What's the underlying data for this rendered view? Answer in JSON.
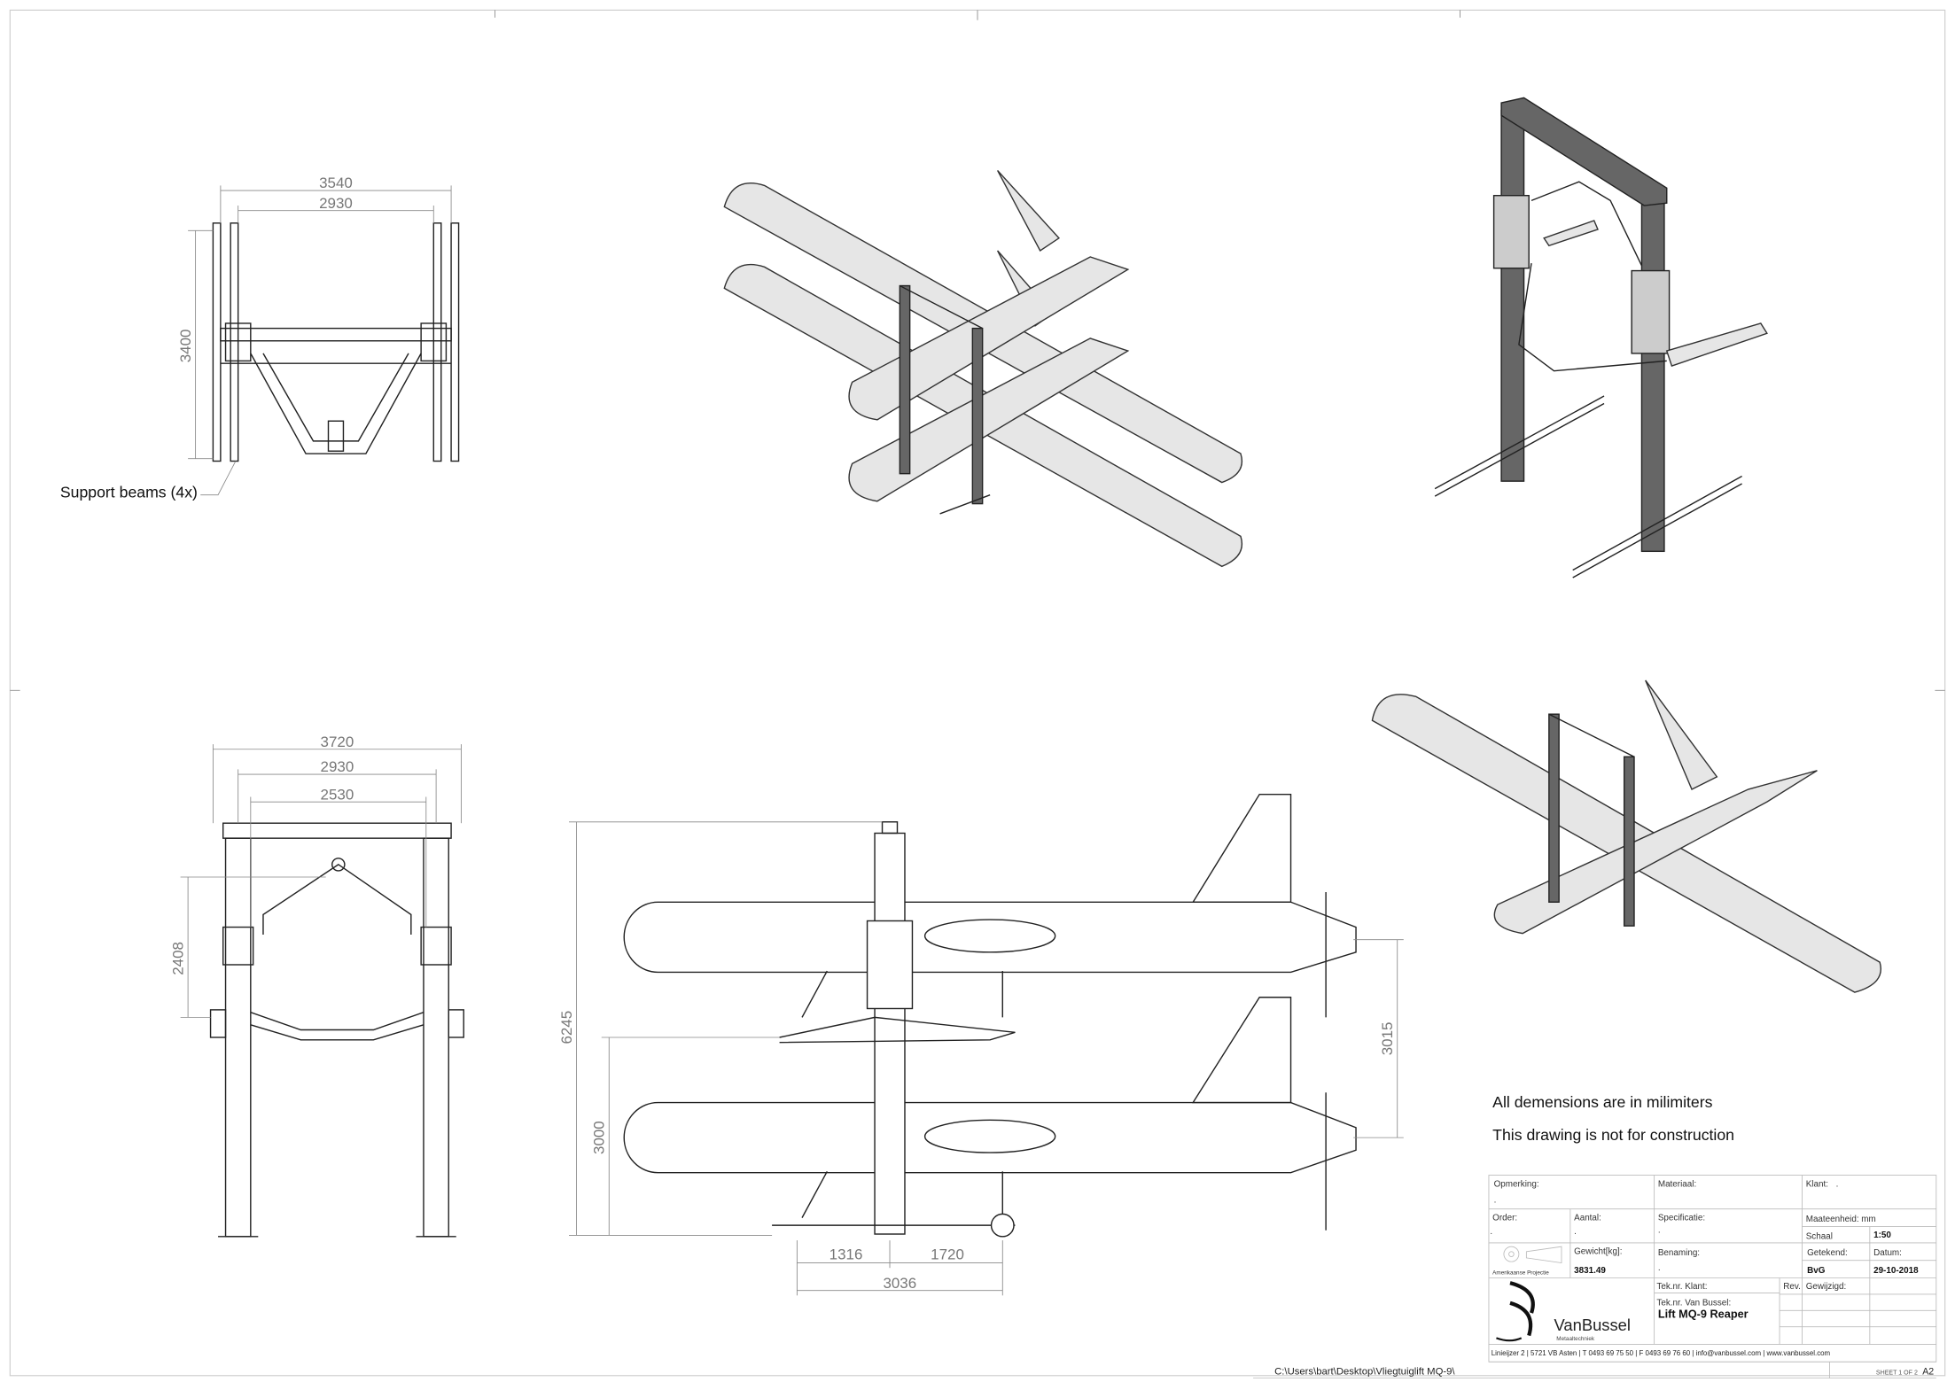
{
  "views": {
    "front_top": {
      "dims": [
        "3540",
        "2930",
        "3400"
      ],
      "callout": "Support beams (4x)"
    },
    "front_bottom": {
      "dims": [
        "3720",
        "2930",
        "2530",
        "2408"
      ]
    },
    "side": {
      "dims": [
        "6245",
        "3000",
        "3015",
        "1316",
        "1720",
        "3036"
      ]
    }
  },
  "notes": [
    "All demensions are in milimiters",
    "This drawing is not for construction"
  ],
  "title_block": {
    "opmerking_label": "Opmerking:",
    "opmerking_value": ".",
    "materiaal_label": "Materiaal:",
    "klant_label": "Klant:",
    "klant_value": ".",
    "order_label": "Order:",
    "order_value": ".",
    "aantal_label": "Aantal:",
    "aantal_value": ".",
    "specificatie_label": "Specificatie:",
    "specificatie_value": ".",
    "maateenheid": "Maateenheid: mm",
    "schaal_label": "Schaal",
    "schaal_value": "1:50",
    "projection_label": "Amerikaanse Projectie",
    "gewicht_label": "Gewicht[kg]:",
    "gewicht_value": "3831.49",
    "benaming_label": "Benaming:",
    "benaming_value": ".",
    "getekend_label": "Getekend:",
    "getekend_value": "BvG",
    "datum_label": "Datum:",
    "datum_value": "29-10-2018",
    "teknr_klant_label": "Tek.nr. Klant:",
    "rev_label": "Rev.",
    "gewijzigd_label": "Gewijzigd:",
    "teknr_vb_label": "Tek.nr. Van Bussel:",
    "teknr_vb_value": "Lift MQ-9 Reaper",
    "logo_name": "VanBussel",
    "logo_sub": "Metaaltechniek",
    "address": "Linieijzer 2 | 5721 VB Asten | T 0493 69 75 50 | F 0493 69 76 60 | info@vanbussel.com | www.vanbussel.com",
    "sheet": "SHEET 1 OF 2",
    "size": "A2"
  },
  "file_path": "C:\\Users\\bart\\Desktop\\Vliegtuiglift MQ-9\\"
}
